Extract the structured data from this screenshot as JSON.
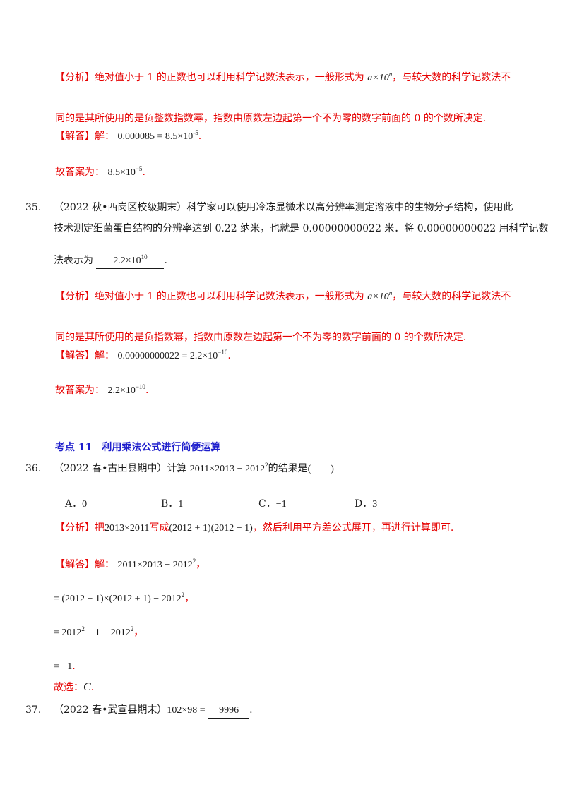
{
  "q34_tail": {
    "analysis_label": "【分析】",
    "analysis_text_1": "绝对值小于 1 的正数也可以利用科学记数法表示，一般形式为",
    "analysis_formula": "a×10",
    "analysis_formula_exp": "n",
    "analysis_text_2": "，与较大数的科学记数法不",
    "analysis_text_3": "同的是其所使用的是负整数指数幂，指数由原数左边起第一个不为零的数字前面的 0 的个数所决定.",
    "answer_label": "【解答】",
    "answer_prefix": "解：",
    "answer_formula": "0.000085 = 8.5×10",
    "answer_exp": "-5",
    "answer_suffix": ".",
    "final_label": "故答案为：",
    "final_formula": "8.5×10",
    "final_exp": "−5",
    "final_suffix": "."
  },
  "q35": {
    "number": "35.",
    "source": "（2022 秋•西岗区校级期末）",
    "text_1": "科学家可以使用冷冻显微术以高分辨率测定溶液中的生物分子结构，使用此",
    "text_2": "技术测定细菌蛋白结构的分辨率达到 0.22 纳米，也就是 0.00000000022 米．将 0.00000000022 用科学记数",
    "text_3": "法表示为",
    "blank_formula": "2.2×10",
    "blank_exp": "10",
    "text_end": ".",
    "analysis_label": "【分析】",
    "analysis_text_1": "绝对值小于 1 的正数也可以利用科学记数法表示，一般形式为",
    "analysis_formula": "a×10",
    "analysis_formula_exp": "n",
    "analysis_text_2": "，与较大数的科学记数法不",
    "analysis_text_3": "同的是其所使用的是负指数幂，指数由原数左边起第一个不为零的数字前面的 0 的个数所决定.",
    "answer_label": "【解答】",
    "answer_prefix": "解：",
    "answer_formula": "0.00000000022 = 2.2×10",
    "answer_exp": "−10",
    "answer_suffix": ".",
    "final_label": "故答案为：",
    "final_formula": "2.2×10",
    "final_exp": "−10",
    "final_suffix": "."
  },
  "section": {
    "heading": "考点 11　利用乘法公式进行简便运算"
  },
  "q36": {
    "number": "36.",
    "source": "（2022 春•古田县期中）",
    "text_1": "计算",
    "formula": "2011×2013 − 2012",
    "formula_exp": "2",
    "text_2": "的结果是",
    "paren": "(　　)",
    "options": [
      {
        "label": "A．",
        "value": "0"
      },
      {
        "label": "B．",
        "value": "1"
      },
      {
        "label": "C．",
        "value": "−1"
      },
      {
        "label": "D．",
        "value": "3"
      }
    ],
    "analysis_label": "【分析】",
    "analysis_text_1": "把",
    "analysis_formula_1": "2013×2011",
    "analysis_text_2": "写成",
    "analysis_formula_2": "(2012 + 1)(2012 − 1)",
    "analysis_text_3": "，然后利用平方差公式展开，再进行计算即可.",
    "answer_label": "【解答】",
    "answer_prefix": "解：",
    "step_1": "2011×2013 − 2012",
    "step_1_exp": "2",
    "step_1_punct": "，",
    "step_2": "= (2012 − 1)×(2012 + 1) − 2012",
    "step_2_exp": "2",
    "step_2_punct": "，",
    "step_3_a": "= 2012",
    "step_3_a_exp": "2",
    "step_3_b": " − 1 − 2012",
    "step_3_b_exp": "2",
    "step_3_punct": "，",
    "step_4": "= −1",
    "step_4_punct": ".",
    "choice_label": "故选：",
    "choice_value": "C",
    "choice_punct": "."
  },
  "q37": {
    "number": "37.",
    "source": "（2022 春•武宣县期末）",
    "formula": "102×98 =",
    "blank_value": "9996",
    "text_end": "."
  }
}
